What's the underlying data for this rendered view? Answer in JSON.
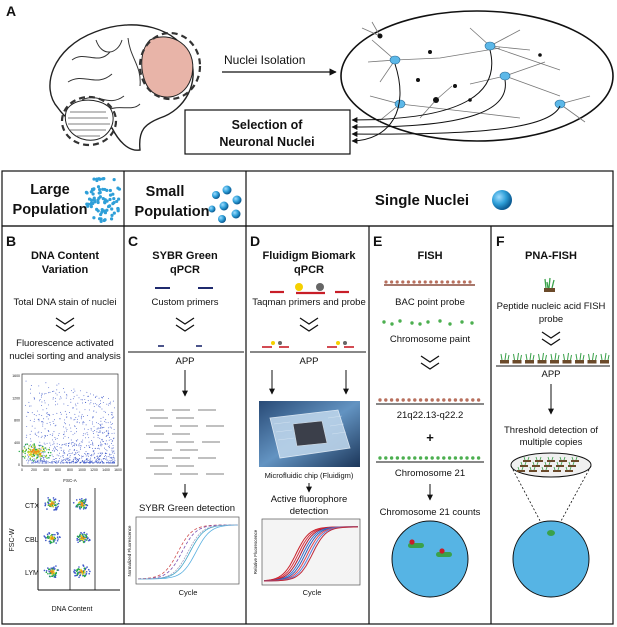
{
  "panel_a": {
    "letter": "A",
    "arrow_label": "Nuclei Isolation",
    "box_line1": "Selection of",
    "box_line2": "Neuronal Nuclei"
  },
  "header": {
    "large_line1": "Large",
    "large_line2": "Population",
    "small_line1": "Small",
    "small_line2": "Population",
    "single": "Single Nuclei"
  },
  "panel_b": {
    "letter": "B",
    "title_line1": "DNA Content",
    "title_line2": "Variation",
    "step1": "Total DNA stain of nuclei",
    "step2_line1": "Fluorescence activated",
    "step2_line2": "nuclei sorting and analysis",
    "scatter_ticks_y": [
      "1600",
      "1200",
      "800",
      "400",
      "0"
    ],
    "scatter_ticks_x": [
      "0",
      "200",
      "400",
      "600",
      "800",
      "1000",
      "1200",
      "1400",
      "1600"
    ],
    "scatter_xlabel": "FSC-A",
    "grid_ylabel": "FSC-W",
    "grid_rows": [
      "CTX",
      "CBL",
      "LYM"
    ],
    "grid_xlabel": "DNA Content"
  },
  "panel_c": {
    "letter": "C",
    "title_line1": "SYBR Green",
    "title_line2": "qPCR",
    "step1": "Custom primers",
    "target": "APP",
    "detection": "SYBR Green detection",
    "ylabel": "Normalized Fluorescence",
    "xlabel": "Cycle"
  },
  "panel_d": {
    "letter": "D",
    "title_line1": "Fluidigm Biomark",
    "title_line2": "qPCR",
    "step1": "Taqman primers and probe",
    "target": "APP",
    "chip_caption": "Microfluidic chip (Fluidigm)",
    "detection_line1": "Active fluorophore",
    "detection_line2": "detection",
    "ylabel": "Relative Fluorescence",
    "xlabel": "Cycle"
  },
  "panel_e": {
    "letter": "E",
    "title": "FISH",
    "step1": "BAC point probe",
    "step2": "Chromosome paint",
    "region": "21q22.13-q22.2",
    "plus": "+",
    "chromosome": "Chromosome 21",
    "counts": "Chromosome 21 counts"
  },
  "panel_f": {
    "letter": "F",
    "title": "PNA-FISH",
    "step1_line1": "Peptide nucleic acid FISH",
    "step1_line2": "probe",
    "target": "APP",
    "step2_line1": "Threshold detection of",
    "step2_line2": "multiple copies"
  },
  "colors": {
    "cortex_pink": "#e8b4a8",
    "nuclei_blue": "#2e9fd8",
    "cell_blue": "#5cb8e8",
    "primer_navy": "#1f2a6e",
    "primer_red": "#c81e28",
    "probe_green": "#4caf50",
    "probe_yellow": "#f5d000"
  }
}
